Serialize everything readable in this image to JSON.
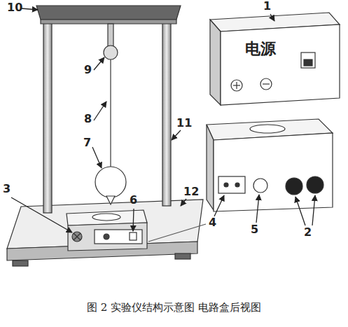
{
  "diagram": {
    "caption": "图 2 实验仪结构示意图 电路盒后视图",
    "nodes": [
      {
        "text": [
          "电源"
        ]
      }
    ],
    "labels": [
      "10",
      "9",
      "8",
      "7",
      "3",
      "6",
      "11",
      "12",
      "1",
      "4",
      "5",
      "2"
    ]
  }
}
